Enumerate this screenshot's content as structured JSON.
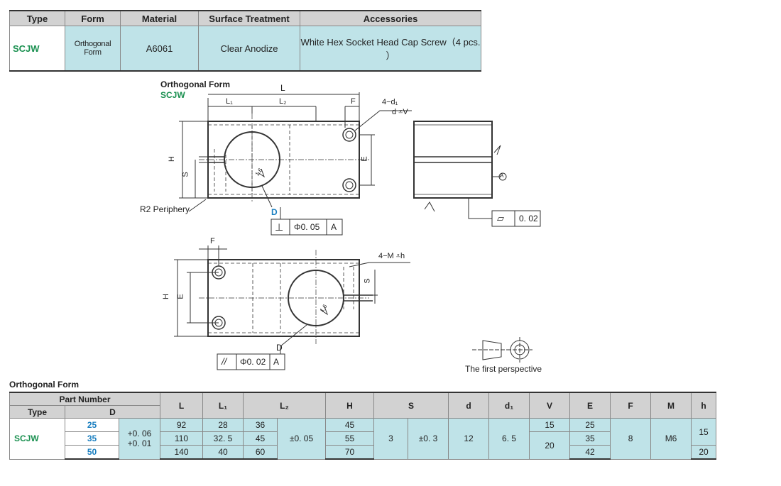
{
  "spec_table": {
    "headers": [
      "Type",
      "Form",
      "Material",
      "Surface Treatment",
      "Accessories"
    ],
    "row": {
      "type": "SCJW",
      "form": "Orthogonal Form",
      "material": "A6061",
      "surface": "Clear Anodize",
      "accessories": "White Hex Socket Head Cap Screw（4 pcs. ）"
    }
  },
  "drawing": {
    "title": "Orthogonal Form",
    "subtitle": "SCJW",
    "labels": {
      "L": "L",
      "L1": "L₁",
      "L2": "L₂",
      "F": "F",
      "hole": "4−d₁",
      "counterbore": "d ⩡V",
      "H": "H",
      "S": "S",
      "E": "E",
      "rough": "1.6",
      "periphery": "R2 Periphery",
      "D": "D",
      "ref_a": "A",
      "tap": "4−M ⩡h",
      "perspective": "The first perspective"
    },
    "tol_perp": {
      "symbol": "⊥",
      "value": "Φ0. 05",
      "datum": "A"
    },
    "tol_flat": {
      "symbol": "▱",
      "value": "0. 02"
    },
    "tol_para": {
      "symbol": "//",
      "value": "Φ0. 02",
      "datum": "A"
    }
  },
  "dim_table": {
    "section_title": "Orthogonal Form",
    "head": {
      "part_number": "Part Number",
      "type": "Type",
      "d": "D",
      "cols": [
        "L",
        "L₁",
        "L₂",
        "H",
        "S",
        "d",
        "d₁",
        "V",
        "E",
        "F",
        "M",
        "h"
      ]
    },
    "type": "SCJW",
    "d_values": [
      "25",
      "35",
      "50"
    ],
    "d_tol": [
      "+0. 06",
      "+0. 01"
    ],
    "L": [
      "92",
      "110",
      "140"
    ],
    "L1": [
      "28",
      "32. 5",
      "40"
    ],
    "L2": [
      "36",
      "45",
      "60"
    ],
    "L2_tol": "±0. 05",
    "H": [
      "45",
      "55",
      "70"
    ],
    "S": "3",
    "S_tol": "±0. 3",
    "d": "12",
    "d1": "6. 5",
    "V": [
      "15",
      "20"
    ],
    "E": [
      "25",
      "35",
      "42"
    ],
    "F": "8",
    "M": "M6",
    "h": [
      "15",
      "20"
    ]
  }
}
